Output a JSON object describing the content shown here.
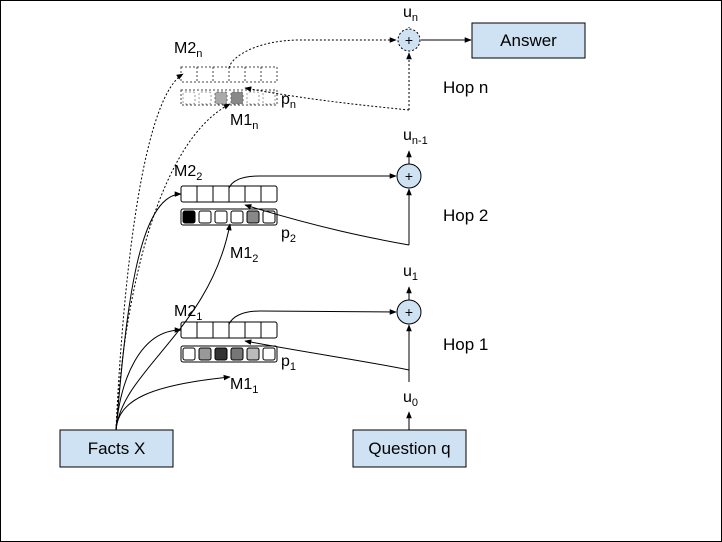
{
  "nodes": {
    "facts": "Facts X",
    "question": "Question q",
    "answer": "Answer"
  },
  "hops": {
    "hop1": "Hop 1",
    "hop2": "Hop 2",
    "hopn": "Hop n"
  },
  "memories": {
    "m2_1": {
      "base": "M2",
      "sub": "1"
    },
    "m1_1": {
      "base": "M1",
      "sub": "1"
    },
    "m2_2": {
      "base": "M2",
      "sub": "2"
    },
    "m1_2": {
      "base": "M1",
      "sub": "2"
    },
    "m2_n": {
      "base": "M2",
      "sub": "n"
    },
    "m1_n": {
      "base": "M1",
      "sub": "n"
    }
  },
  "probs": {
    "p1": {
      "base": "p",
      "sub": "1"
    },
    "p2": {
      "base": "p",
      "sub": "2"
    },
    "pn": {
      "base": "p",
      "sub": "n"
    }
  },
  "states": {
    "u0": {
      "base": "u",
      "sub": "0"
    },
    "u1": {
      "base": "u",
      "sub": "1"
    },
    "un1": {
      "base": "u",
      "sub": "n-1"
    },
    "un": {
      "base": "u",
      "sub": "n"
    }
  },
  "plus_symbol": "+",
  "colors": {
    "box_fill": "#cfe2f3",
    "stroke": "#000000"
  },
  "attention_shades": {
    "hop1": [
      "#ffffff",
      "#999999",
      "#333333",
      "#777777",
      "#bbbbbb",
      "#ffffff"
    ],
    "hop2": [
      "#000000",
      "#ffffff",
      "#ffffff",
      "#ffffff",
      "#888888",
      "#ffffff"
    ],
    "hopn": [
      "#ffffff",
      "#ffffff",
      "#aaaaaa",
      "#888888",
      "#ffffff",
      "#ffffff"
    ]
  }
}
